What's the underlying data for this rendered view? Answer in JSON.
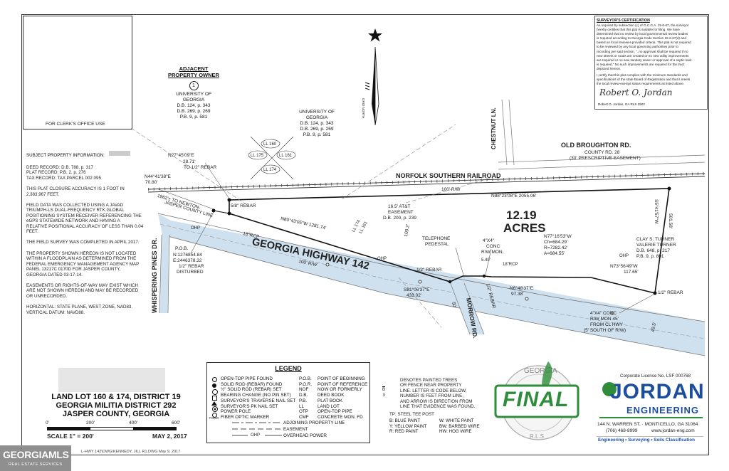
{
  "clerk": {
    "label": "FOR CLERK'S OFFICE USE"
  },
  "adjacent": {
    "heading1": "ADJACENT",
    "heading2": "PROPERTY OWNER",
    "number": "1",
    "lines": [
      "UNIVERSITY OF",
      "GEORGIA",
      "D.B. 124, p. 343",
      "D.B. 269, p. 269",
      "P.B. 9, p. 581"
    ]
  },
  "owner_top": {
    "lines": [
      "UNIVERSITY OF",
      "GEORGIA",
      "D.B. 124, p. 343",
      "D.B. 269, p. 269",
      "P.B. 9, p. 581"
    ]
  },
  "grid_north": "GRID NORTH",
  "surveyor_cert": {
    "title": "SURVEYOR'S CERTIFICATION",
    "body": "As required by subsection (c) of O.C.G.A. 15-6-67, the surveyor\nhereby certifies that this plat is suitable for filing. We have\ndetermined that no review by local governmental review bodies\nis required according to Georgia Code Section 15-6-67(d) and\nbased on local reviewer-provided criteria. This plat is not required\nto be reviewed by any local governing authorities prior to\nrecording per said section, \"..no approval shall be required if no\nnew streets or roads are created or no new utility improvements\nare required or no new sanitary sewer or approval of a septic tank\nis required.\" No such improvements are required for the tract\ndepicted hereon.",
    "body2": "I certify that this plat complies with the minimum standards and\nspecifications of the state Board of Registration and that it meets\nthe local review-exempt status requirements as listed above.",
    "signature": "Robert O. Jordan",
    "signer": "Robert O. Jordan, GA RLS 2502"
  },
  "subject": {
    "heading": "SUBJECT PROPERTY INFORMATION:",
    "records": "DEED RECORD: D.B. 788, p. 317\nPLAT RECORD: P.B. 2, p. 276\nTAX RECORD: TAX PARCEL 002 095",
    "closure": "THIS PLAT CLOSURE ACCURACY IS 1 FOOT IN\n2,383,967 FEET.",
    "field": "FIELD DATA WAS COLLECTED USING A JAVAD\nTRIUMPH-LS DUAL-FREQUENCY RTK GLOBAL\nPOSITIONING SYSTEM RECEIVER REFERENCING THE\neGPS STATEWIDE NETWORK AND HAVING A\nRELATIVE POSITIONAL ACCURACY OF LESS THAN 0.04\nFEET.",
    "completed": "THE FIELD SURVEY WAS COMPLETED IN APRIL 2017.",
    "flood": "THE PROPERTY SHOWN HEREON IS NOT LOCATED\nWITHIN A FLOODPLAIN AS DETERMINED FROM THE\nFEDERAL EMERGENCY MANAGEMENT AGENCY MAP\nPANEL 13217C 0170D FOR JASPER COUNTY,\nGEORGIA DATED 03-17-14.",
    "easements": "EASEMENTS OR RIGHTS-OF-WAY MAY EXIST WHICH\nARE NOT SHOWN HEREON AND MAY BE RECORDED\nOR UNRECORDED.",
    "datum": "HORIZONTAL: STATE PLANE, WEST ZONE, NAD83.\nVERTICAL DATUM: NAVD88."
  },
  "map": {
    "road_old_broughton": "OLD BROUGHTON RD.",
    "county_rd": "COUNTY RD. 28",
    "prescriptive": "(30' PRESCRIPTIVE EASEMENT)",
    "chestnut": "CHESTNUT LN.",
    "railroad": "NORFOLK SOUTHERN RAILROAD",
    "rail_rw": "100' R/W",
    "rail_bearing": "N88°23'08\"E 2055.06'",
    "highway": "GEORGIA HIGHWAY 142",
    "hwy_rw": "100' R/W",
    "hwy_bearing": "N80°43'05\"W 1281.74'",
    "acres_num": "12.19",
    "acres_label": "ACRES",
    "whispering": "WHISPERING PINES DR.",
    "morrow": "MORROW RD.",
    "to_newton": "1962'± TO NEWTON-",
    "jasper_line": "JASPER COUNTY LINE",
    "n44": "N44°41'38\"E",
    "n44d": "70.80'",
    "n27": "N27°45'09\"E",
    "n27d": "28.71'",
    "to_rebar": "TO 1/2\" REBAR",
    "rebar58": "5/8\" REBAR",
    "att1": "16.5' AT&T",
    "att2": "EASEMENT",
    "att3": "D.B. 200, p. 239",
    "d1002": "100.2'",
    "rcp18a": "18\"RCP",
    "rcp18b": "18\"RCP",
    "ll161a": "LL 161",
    "ll174a": "LL 174",
    "pob1": "P.O.B.",
    "pob2": "N:1276854.84",
    "pob3": "E:2446378.32",
    "pob4": "1/2\" REBAR",
    "pob5": "DISTURBED",
    "tel1": "TELEPHONE",
    "tel2": "PEDESTAL",
    "conc1": "4\"X4\"",
    "conc2": "CONC",
    "conc3": "R/W MON.",
    "d540": "5.40'",
    "rebar_h1": "1/2\" REBAR",
    "s81a": "S81°06'37\"E",
    "s81b": "433.02'",
    "d50": "50'",
    "rebar_h2": "1/2\" REBAR",
    "n6a": "N6°48'37\"E",
    "n6b": "97.38'",
    "curve1": "N77°16'53\"W",
    "curve2": "Ch=684.29'",
    "curve3": "R=7282.42'",
    "curve4": "A=684.55'",
    "clay1": "CLAY S. TURNER",
    "clay2": "VALERIE TURNER",
    "clay3": "D.B. 648, p. 217",
    "clay4": "P.B. 9, p. 801",
    "n73a": "N73°56'49\"W",
    "n73b": "117.65'",
    "rebar_e": "1/2\" REBAR",
    "s5a": "S5°41'57\"W",
    "s5b": "501.58'",
    "d495": "49.5'",
    "mon1": "4\"X4\" CONC",
    "mon2": "R/W MON 45'",
    "mon3": "FROM CL HWY",
    "mon4": "(5' SOUTH OF R/W)",
    "ohp": "OHP",
    "ll160": "LL 160",
    "ll175": "LL 175",
    "ll161": "LL 161",
    "ll174": "LL 174"
  },
  "title": {
    "line1": "LAND LOT 160 & 174, DISTRICT 19",
    "line2": "GEORGIA MILITIA DISTRICT 292",
    "line3": "JASPER COUNTY, GEORGIA",
    "scale": "SCALE 1\" = 200'",
    "date": "MAY 2, 2017",
    "ticks": [
      "0'",
      "200'",
      "400'",
      "600'"
    ]
  },
  "legend": {
    "heading": "LEGEND",
    "left": [
      "OPEN-TOP PIPE FOUND",
      "SOLID ROD (REBAR) FOUND",
      "½\" SOLID ROD (REBAR) SET",
      "BEARING CHANGE (NO PIN SET)",
      "SURVEYOR'S TRAVERSE NAIL SET",
      "SURVEYOR'S PK NAIL SET",
      "POWER POLE",
      "FIBER OPTIC MARKER"
    ],
    "fo_prefix": "FOMO",
    "abbr": [
      [
        "P.O.B.",
        "POINT OF BEGINNING"
      ],
      [
        "P.O.R.",
        "POINT OF REFERENCE"
      ],
      [
        "NOF",
        "NOW OR FORMERLY"
      ],
      [
        "D.B.",
        "DEED BOOK"
      ],
      [
        "P.B.",
        "PLAT BOOK"
      ],
      [
        "LL",
        "LAND LOT"
      ],
      [
        "OTP",
        "OPEN-TOP PIPE"
      ],
      [
        "CMF",
        "CONCRETE MON. FD"
      ]
    ],
    "lines": [
      "ADJOINING PROPERTY LINE",
      "EASEMENT",
      "OVERHEAD POWER"
    ],
    "ohp": "OHP"
  },
  "trees": {
    "text": "DENOTES PAINTED TREES\nOR FENCE NEAR PROPERTY\nLINE. LETTER IS CODE BELOW,\nNUMBER IS FEET FROM LINE,\nAND ARROW IS DIRECTION FROM\nLINE THAT EVIDENCE WAS FOUND.",
    "symbol": "B\n3",
    "tp": "TP: STEEL TEE POST",
    "codes": [
      "B: BLUE PAINT",
      "W: WHITE PAINT",
      "Y: YELLOW PAINT",
      "BW: BARBED WIRE",
      "R: RED PAINT",
      "HW: HOG WIRE"
    ]
  },
  "seal": {
    "text": "FINAL",
    "ring_top": "GEORGIA",
    "ring_bottom": "R.L.S"
  },
  "company": {
    "license": "Corporate License No. LSF 000768",
    "name1": "JORDAN",
    "name2": "ENGINEERING",
    "address": "144 N. WARREN ST. · MONTICELLO, GA 31064",
    "phone": "(706) 468-8999",
    "web": "www.jordan-eng.com",
    "services": "Engineering • Surveying • Soils Classification"
  },
  "footer": {
    "file": "L-HWY 142\\DWG\\KENNEDY, JILL R1.DWG   May 9, 2017"
  },
  "watermark": {
    "line1": "GEORGIAMLS",
    "line2": "REAL ESTATE SERVICES"
  },
  "colors": {
    "highway": "#cfe0ee",
    "seal_green": "#2f8c3a",
    "brand_blue": "#1c4ea0",
    "brand_green": "#2f8c3a"
  }
}
